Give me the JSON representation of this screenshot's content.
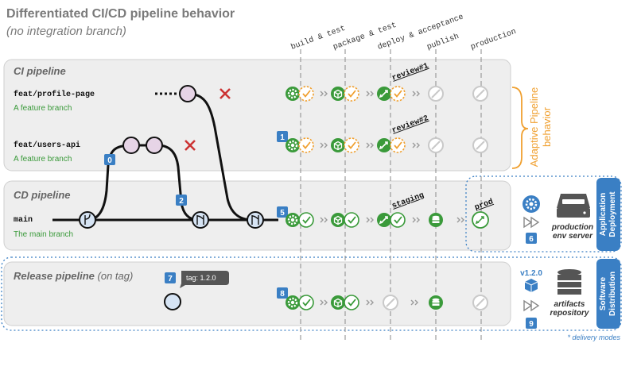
{
  "title": "Differentiated CI/CD pipeline behavior",
  "subtitle": "(no integration branch)",
  "stages": [
    "build & test",
    "package & test",
    "deploy & acceptance",
    "publish",
    "production"
  ],
  "panels": {
    "ci": "CI pipeline",
    "cd": "CD pipeline",
    "release_bold": "Release pipeline",
    "release_suffix": "(on tag)"
  },
  "branches": {
    "profile_name": "feat/profile-page",
    "profile_desc": "A feature branch",
    "users_name": "feat/users-api",
    "users_desc": "A feature branch",
    "main_name": "main",
    "main_desc": "The main branch"
  },
  "step_numbers": [
    "0",
    "1",
    "2",
    "5",
    "6",
    "7",
    "8",
    "9"
  ],
  "env_labels": {
    "review1": "review#1",
    "review2": "review#2",
    "staging": "staging",
    "prod": "prod"
  },
  "tag_label": "tag: 1.2.0",
  "version": "v1.2.0",
  "adaptive": {
    "line1": "Adaptive Pipeline",
    "line2": "behavior"
  },
  "side_tabs": {
    "deploy1": "Application",
    "deploy2": "Deployment",
    "dist1": "Software",
    "dist2": "Distribution"
  },
  "server": {
    "line1": "production",
    "line2": "env server"
  },
  "repo": {
    "line1": "artifacts",
    "line2": "repository"
  },
  "footnote": "* delivery modes",
  "colors": {
    "green": "#3a9a3a",
    "orange": "#f0a030",
    "blue": "#3a7fc4",
    "red": "#cc3333",
    "panel": "#eeeeee"
  }
}
